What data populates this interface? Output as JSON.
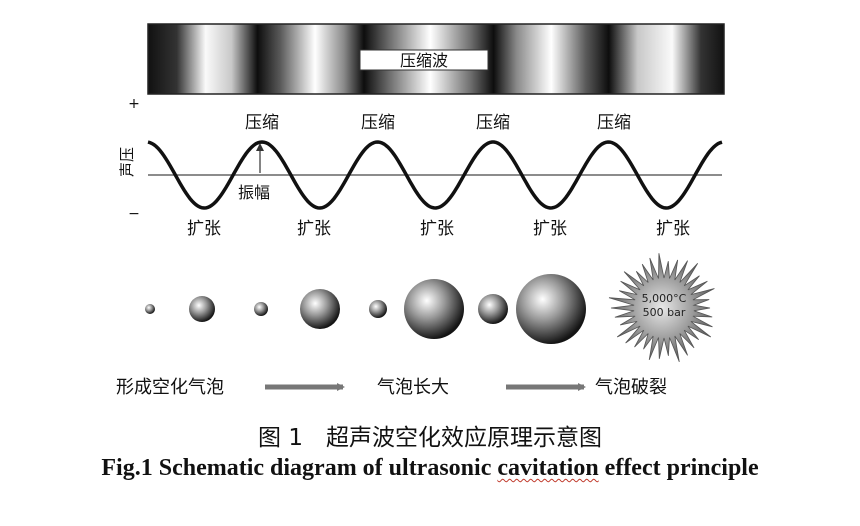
{
  "band": {
    "label": "压缩波"
  },
  "wave": {
    "axis_label": "声压",
    "plus": "+",
    "minus": "−",
    "compression": [
      "压缩",
      "压缩",
      "压缩",
      "压缩"
    ],
    "rarefaction": [
      "扩张",
      "扩张",
      "扩张",
      "扩张",
      "扩张"
    ],
    "amplitude": "振幅"
  },
  "bubbles": {
    "burst_text_1": "5,000°C",
    "burst_text_2": "500 bar"
  },
  "stages": [
    "形成空化气泡",
    "气泡长大",
    "气泡破裂"
  ],
  "caption": {
    "cn": "图 1　超声波空化效应原理示意图",
    "en_prefix": "Fig.1 Schematic diagram of ultrasonic ",
    "en_flagged": "cavitation",
    "en_suffix": " effect principle"
  }
}
